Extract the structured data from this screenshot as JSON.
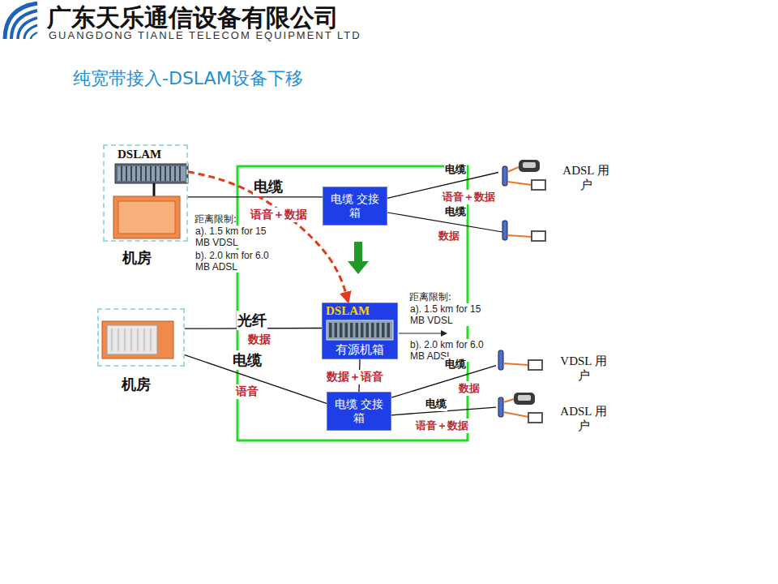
{
  "diagram": {
    "title": "纯宽带接入-DSLAM设备下移",
    "nodes": [
      {
        "text": [
          "DSLAM",
          "机房"
        ]
      },
      {
        "text": [
          "电缆 交接箱"
        ]
      },
      {
        "text": [
          "ADSL 用户"
        ]
      },
      {
        "text": [
          "机房"
        ]
      },
      {
        "text": [
          "DSLAM",
          "有源机箱"
        ]
      },
      {
        "text": [
          "电缆 交接箱"
        ]
      },
      {
        "text": [
          "VDSL 用户"
        ]
      },
      {
        "text": [
          "ADSL 用户"
        ]
      }
    ],
    "edges": [
      {
        "from": 0,
        "to": 1,
        "label": "电缆",
        "arrow": "none"
      },
      {
        "from": 1,
        "to": 2,
        "label": "电缆",
        "arrow": "none"
      },
      {
        "from": 3,
        "to": 4,
        "label": "光纤",
        "arrow": "none"
      },
      {
        "from": 3,
        "to": 5,
        "label": "电缆",
        "arrow": "none"
      },
      {
        "from": 4,
        "to": 5,
        "label": "数据＋语音",
        "arrow": "none"
      },
      {
        "from": 5,
        "to": 6,
        "label": "电缆",
        "arrow": "none"
      },
      {
        "from": 5,
        "to": 7,
        "label": "电缆",
        "arrow": "none"
      },
      {
        "from": 0,
        "to": 4,
        "arrow": "to"
      }
    ],
    "labels": [
      "广东天乐通信设备有限公司",
      "GUANGDONG TIANLE TELECOM EQUIPMENT LTD",
      "距离限制:",
      "a). 1.5 km for 15 MB VDSL",
      "b). 2.0 km for 6.0 MB ADSL",
      "语音＋数据",
      "电缆",
      "数据",
      "语音＋数据",
      "距离限制:",
      "a). 1.5 km for 15 MB VDSL",
      "b). 2.0 km for 6.0 MB ADSL",
      "数据",
      "语音",
      "数据",
      "语音＋数据"
    ]
  }
}
